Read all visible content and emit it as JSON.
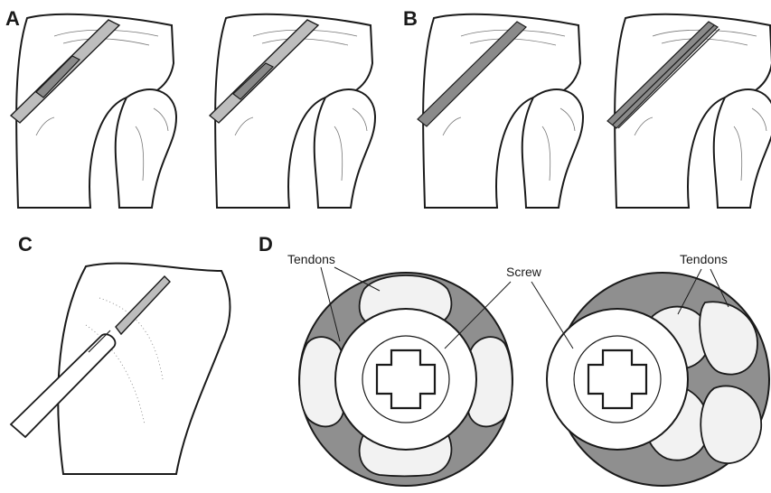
{
  "labels": {
    "a": "A",
    "b": "B",
    "c": "C",
    "d": "D"
  },
  "callouts": {
    "tendons_left": "Tendons",
    "screw": "Screw",
    "tendons_right": "Tendons"
  }
}
